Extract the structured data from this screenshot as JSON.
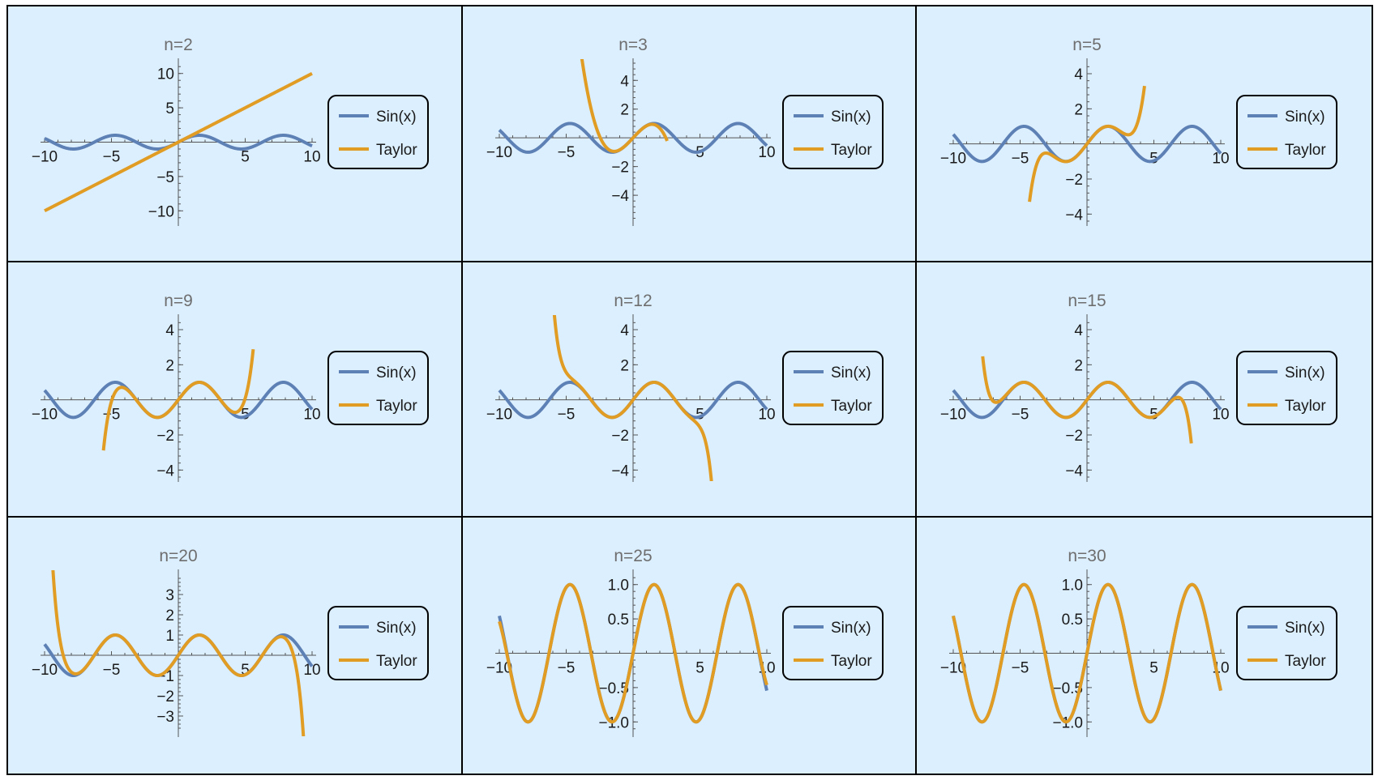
{
  "style": {
    "panel_background": "#dcefff",
    "border_color": "#000000",
    "axis_color": "#555555",
    "sin_color": "#5e81b5",
    "taylor_color": "#e19c24"
  },
  "chart_data": [
    {
      "type": "line",
      "title": "n=2",
      "order": 2,
      "xlim": [
        -10,
        10
      ],
      "ylim": [
        -11.5,
        11.5
      ],
      "xticks": [
        {
          "v": -10,
          "t": "−10"
        },
        {
          "v": -5,
          "t": "−5"
        },
        {
          "v": 5,
          "t": "5"
        },
        {
          "v": 10,
          "t": "10"
        }
      ],
      "yticks": [
        {
          "v": 10,
          "t": "10"
        },
        {
          "v": 5,
          "t": "5"
        },
        {
          "v": -5,
          "t": "−5"
        },
        {
          "v": -10,
          "t": "−10"
        }
      ],
      "series": [
        {
          "name": "Sin(x)",
          "function": "sin",
          "domain": [
            -10,
            10
          ]
        },
        {
          "name": "Taylor",
          "function": "taylor_sin",
          "domain": [
            -10,
            10
          ]
        }
      ]
    },
    {
      "type": "line",
      "title": "n=3",
      "order": 3,
      "xlim": [
        -10,
        10
      ],
      "ylim": [
        -5.8,
        5.2
      ],
      "xticks": [
        {
          "v": -10,
          "t": "−10"
        },
        {
          "v": -5,
          "t": "−5"
        },
        {
          "v": 5,
          "t": "5"
        },
        {
          "v": 10,
          "t": "10"
        }
      ],
      "yticks": [
        {
          "v": 4,
          "t": "4"
        },
        {
          "v": 2,
          "t": "2"
        },
        {
          "v": -2,
          "t": "−2"
        },
        {
          "v": -4,
          "t": "−4"
        }
      ],
      "series": [
        {
          "name": "Sin(x)",
          "function": "sin",
          "domain": [
            -10,
            10
          ]
        },
        {
          "name": "Taylor",
          "function": "taylor_sin",
          "domain": [
            -4.9,
            2.55
          ]
        }
      ]
    },
    {
      "type": "line",
      "title": "n=5",
      "order": 5,
      "xlim": [
        -10,
        10
      ],
      "ylim": [
        -4.4,
        4.6
      ],
      "xticks": [
        {
          "v": -10,
          "t": "−10"
        },
        {
          "v": -5,
          "t": "−5"
        },
        {
          "v": 5,
          "t": "5"
        },
        {
          "v": 10,
          "t": "10"
        }
      ],
      "yticks": [
        {
          "v": 4,
          "t": "4"
        },
        {
          "v": 2,
          "t": "2"
        },
        {
          "v": -2,
          "t": "−2"
        },
        {
          "v": -4,
          "t": "−4"
        }
      ],
      "series": [
        {
          "name": "Sin(x)",
          "function": "sin",
          "domain": [
            -10,
            10
          ]
        },
        {
          "name": "Taylor",
          "function": "taylor_sin",
          "domain": [
            -4.3,
            4.3
          ]
        }
      ]
    },
    {
      "type": "line",
      "title": "n=9",
      "order": 9,
      "xlim": [
        -10,
        10
      ],
      "ylim": [
        -4.4,
        4.6
      ],
      "xticks": [
        {
          "v": -10,
          "t": "−10"
        },
        {
          "v": -5,
          "t": "−5"
        },
        {
          "v": 5,
          "t": "5"
        },
        {
          "v": 10,
          "t": "10"
        }
      ],
      "yticks": [
        {
          "v": 4,
          "t": "4"
        },
        {
          "v": 2,
          "t": "2"
        },
        {
          "v": -2,
          "t": "−2"
        },
        {
          "v": -4,
          "t": "−4"
        }
      ],
      "series": [
        {
          "name": "Sin(x)",
          "function": "sin",
          "domain": [
            -10,
            10
          ]
        },
        {
          "name": "Taylor",
          "function": "taylor_sin",
          "domain": [
            -5.6,
            5.6
          ]
        }
      ]
    },
    {
      "type": "line",
      "title": "n=12",
      "order": 12,
      "xlim": [
        -10,
        10
      ],
      "ylim": [
        -4.4,
        4.6
      ],
      "xticks": [
        {
          "v": -10,
          "t": "−10"
        },
        {
          "v": -5,
          "t": "−5"
        },
        {
          "v": 5,
          "t": "5"
        },
        {
          "v": 10,
          "t": "10"
        }
      ],
      "yticks": [
        {
          "v": 4,
          "t": "4"
        },
        {
          "v": 2,
          "t": "2"
        },
        {
          "v": -2,
          "t": "−2"
        },
        {
          "v": -4,
          "t": "−4"
        }
      ],
      "series": [
        {
          "name": "Sin(x)",
          "function": "sin",
          "domain": [
            -10,
            10
          ]
        },
        {
          "name": "Taylor",
          "function": "taylor_sin_12",
          "domain": [
            -7.5,
            7.5
          ]
        }
      ]
    },
    {
      "type": "line",
      "title": "n=15",
      "order": 15,
      "xlim": [
        -10,
        10
      ],
      "ylim": [
        -4.4,
        4.6
      ],
      "xticks": [
        {
          "v": -10,
          "t": "−10"
        },
        {
          "v": -5,
          "t": "−5"
        },
        {
          "v": 5,
          "t": "5"
        },
        {
          "v": 10,
          "t": "10"
        }
      ],
      "yticks": [
        {
          "v": 4,
          "t": "4"
        },
        {
          "v": 2,
          "t": "2"
        },
        {
          "v": -2,
          "t": "−2"
        },
        {
          "v": -4,
          "t": "−4"
        }
      ],
      "series": [
        {
          "name": "Sin(x)",
          "function": "sin",
          "domain": [
            -10,
            10
          ]
        },
        {
          "name": "Taylor",
          "function": "taylor_sin",
          "domain": [
            -7.8,
            7.8
          ]
        }
      ]
    },
    {
      "type": "line",
      "title": "n=20",
      "order": 20,
      "xlim": [
        -10,
        10
      ],
      "ylim": [
        -3.8,
        4.0
      ],
      "xticks": [
        {
          "v": -10,
          "t": "−10"
        },
        {
          "v": -5,
          "t": "−5"
        },
        {
          "v": 5,
          "t": "5"
        },
        {
          "v": 10,
          "t": "10"
        }
      ],
      "yticks": [
        {
          "v": 3,
          "t": "3"
        },
        {
          "v": 2,
          "t": "2"
        },
        {
          "v": 1,
          "t": "1"
        },
        {
          "v": -1,
          "t": "−1"
        },
        {
          "v": -2,
          "t": "−2"
        },
        {
          "v": -3,
          "t": "−3"
        }
      ],
      "series": [
        {
          "name": "Sin(x)",
          "function": "sin",
          "domain": [
            -10,
            10
          ]
        },
        {
          "name": "Taylor",
          "function": "taylor_sin",
          "domain": [
            -9.5,
            9.5
          ]
        }
      ]
    },
    {
      "type": "line",
      "title": "n=25",
      "order": 25,
      "xlim": [
        -10,
        10
      ],
      "ylim": [
        -1.15,
        1.15
      ],
      "xticks": [
        {
          "v": -10,
          "t": "−10"
        },
        {
          "v": -5,
          "t": "−5"
        },
        {
          "v": 5,
          "t": "5"
        },
        {
          "v": 10,
          "t": "10"
        }
      ],
      "yticks": [
        {
          "v": 1.0,
          "t": "1.0"
        },
        {
          "v": 0.5,
          "t": "0.5"
        },
        {
          "v": -0.5,
          "t": "−0.5"
        },
        {
          "v": -1.0,
          "t": "−1.0"
        }
      ],
      "series": [
        {
          "name": "Sin(x)",
          "function": "sin",
          "domain": [
            -10,
            10
          ]
        },
        {
          "name": "Taylor",
          "function": "taylor_sin",
          "domain": [
            -10,
            10
          ]
        }
      ]
    },
    {
      "type": "line",
      "title": "n=30",
      "order": 30,
      "xlim": [
        -10,
        10
      ],
      "ylim": [
        -1.15,
        1.15
      ],
      "xticks": [
        {
          "v": -10,
          "t": "−10"
        },
        {
          "v": -5,
          "t": "−5"
        },
        {
          "v": 5,
          "t": "5"
        },
        {
          "v": 10,
          "t": "10"
        }
      ],
      "yticks": [
        {
          "v": 1.0,
          "t": "1.0"
        },
        {
          "v": 0.5,
          "t": "0.5"
        },
        {
          "v": -0.5,
          "t": "−0.5"
        },
        {
          "v": -1.0,
          "t": "−1.0"
        }
      ],
      "series": [
        {
          "name": "Sin(x)",
          "function": "sin",
          "domain": [
            -10,
            10
          ]
        },
        {
          "name": "Taylor",
          "function": "taylor_sin",
          "domain": [
            -10,
            10
          ]
        }
      ]
    }
  ]
}
